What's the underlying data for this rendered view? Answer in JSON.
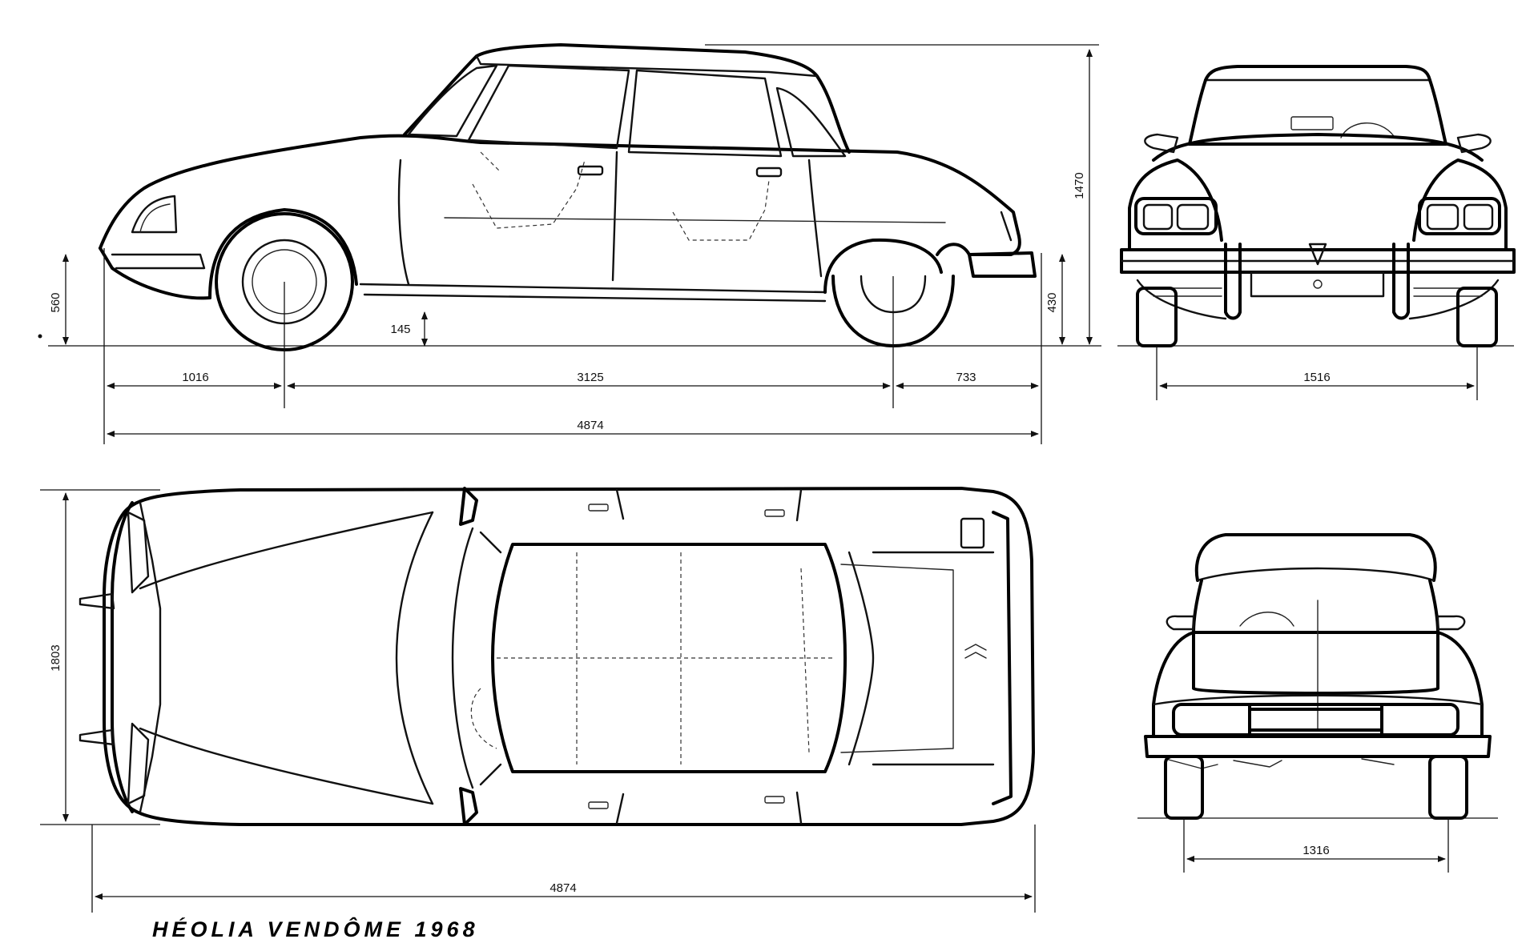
{
  "title": "HÉOLIA VENDÔME 1968",
  "dimensions": {
    "side": {
      "front_overhang": "1016",
      "wheelbase": "3125",
      "rear_overhang": "733",
      "length": "4874",
      "height": "1470",
      "front_height": "560",
      "rear_height": "430",
      "ground_clearance": "145"
    },
    "front": {
      "front_track": "1516"
    },
    "top": {
      "width": "1803",
      "length": "4874"
    },
    "rear": {
      "rear_track": "1316"
    }
  },
  "colors": {
    "ink": "#111111",
    "paper": "#ffffff"
  }
}
